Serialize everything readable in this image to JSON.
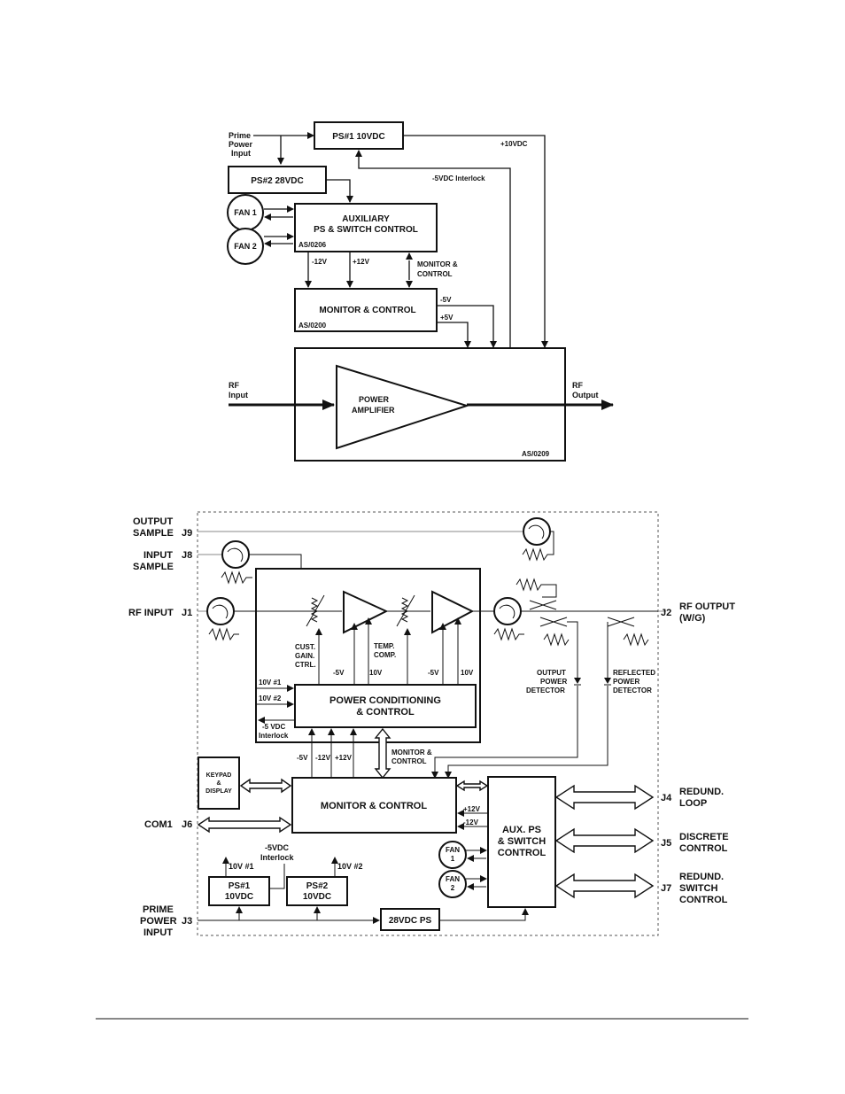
{
  "top": {
    "prime_power_1": "Prime",
    "prime_power_2": "Power",
    "prime_power_3": "Input",
    "ps1": "PS#1 10VDC",
    "ps2": "PS#2 28VDC",
    "plus10vdc": "+10VDC",
    "interlock": "-5VDC Interlock",
    "fan1": "FAN 1",
    "fan2": "FAN 2",
    "aux_1": "AUXILIARY",
    "aux_2": "PS & SWITCH CONTROL",
    "aux_id": "AS/0206",
    "minus12v": "-12V",
    "plus12v": "+12V",
    "monctl_1": "MONITOR &",
    "monctl_2": "CONTROL",
    "mc_box": "MONITOR & CONTROL",
    "mc_id": "AS/0200",
    "minus5v": "-5V",
    "plus5v": "+5V",
    "rf_in_1": "RF",
    "rf_in_2": "Input",
    "rf_out_1": "RF",
    "rf_out_2": "Output",
    "pa_1": "POWER",
    "pa_2": "AMPLIFIER",
    "pa_id": "AS/0209"
  },
  "bottom": {
    "out_sample_1": "OUTPUT",
    "out_sample_2": "SAMPLE",
    "j9": "J9",
    "in_sample_1": "INPUT",
    "in_sample_2": "SAMPLE",
    "j8": "J8",
    "rf_input": "RF INPUT",
    "j1": "J1",
    "j2": "J2",
    "rf_output_1": "RF OUTPUT",
    "rf_output_2": "(W/G)",
    "cust_1": "CUST.",
    "cust_2": "GAIN.",
    "cust_3": "CTRL.",
    "temp_1": "TEMP.",
    "temp_2": "COMP.",
    "m5v_a": "-5V",
    "p10v_a": "10V",
    "m5v_b": "-5V",
    "p10v_b": "10V",
    "v10_1": "10V #1",
    "v10_2": "10V #2",
    "m5vdc_1": "-5 VDC",
    "m5vdc_2": "Interlock",
    "pcc_1": "POWER CONDITIONING",
    "pcc_2": "& CONTROL",
    "out_det_1": "OUTPUT",
    "out_det_2": "POWER",
    "out_det_3": "DETECTOR",
    "ref_det_1": "REFLECTED",
    "ref_det_2": "POWER",
    "ref_det_3": "DETECTOR",
    "m5v_c": "-5V",
    "m12v_c": "-12V",
    "p12v_c": "+12V",
    "monctl_1": "MONITOR &",
    "monctl_2": "CONTROL",
    "keypad_1": "KEYPAD",
    "keypad_2": "&",
    "keypad_3": "DISPLAY",
    "mc_box": "MONITOR & CONTROL",
    "p12v_d": "+12V",
    "m12v_d": "-12V",
    "aux_1": "AUX. PS",
    "aux_2": "& SWITCH",
    "aux_3": "CONTROL",
    "com1": "COM1",
    "j6": "J6",
    "m5vdc_i1": "-5VDC",
    "m5vdc_i2": "Interlock",
    "v10_1b": "10V #1",
    "v10_2b": "10V #2",
    "ps1_1": "PS#1",
    "ps1_2": "10VDC",
    "ps2_1": "PS#2",
    "ps2_2": "10VDC",
    "fan1_1": "FAN",
    "fan1_2": "1",
    "fan2_1": "FAN",
    "fan2_2": "2",
    "j4": "J4",
    "redund_loop_1": "REDUND.",
    "redund_loop_2": "LOOP",
    "j5": "J5",
    "discrete_1": "DISCRETE",
    "discrete_2": "CONTROL",
    "j7": "J7",
    "rsc_1": "REDUND.",
    "rsc_2": "SWITCH",
    "rsc_3": "CONTROL",
    "prime_1": "PRIME",
    "prime_2": "POWER",
    "prime_3": "INPUT",
    "j3": "J3",
    "ps28": "28VDC PS"
  }
}
